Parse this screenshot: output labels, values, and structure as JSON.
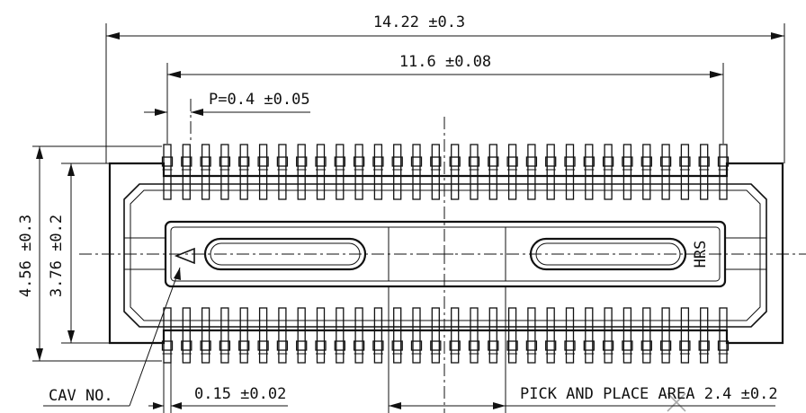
{
  "dimensions": {
    "overall_length": "14.22 ±0.3",
    "pitch_span": "11.6 ±0.08",
    "pitch": "P=0.4 ±0.05",
    "overall_height": "4.56 ±0.3",
    "body_height": "3.76 ±0.2",
    "lead_width": "0.15 ±0.02",
    "pick_and_place": "PICK AND PLACE AREA 2.4 ±0.2"
  },
  "labels": {
    "cavity": "CAV NO.",
    "marking": "HRS"
  },
  "pins": {
    "per_row": 30
  }
}
